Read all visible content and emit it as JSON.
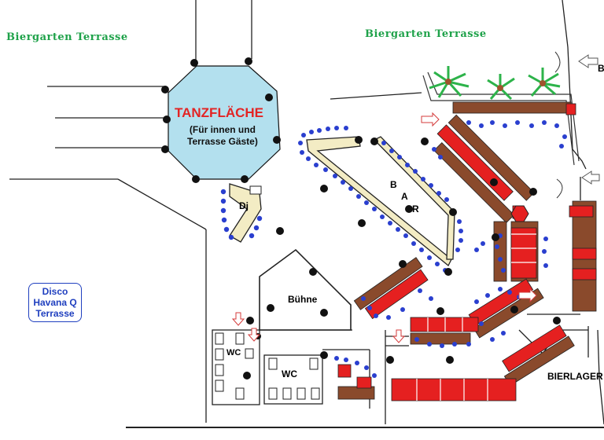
{
  "labels": {
    "garden_left": "Biergarten Terrasse",
    "garden_right": "Biergarten Terrasse",
    "dance_floor": "TANZFLÄCHE",
    "dance_floor_note_1": "(Für innen und",
    "dance_floor_note_2": "Terrasse Gäste)",
    "dj": "Dj",
    "bar_b": "B",
    "bar_a": "A",
    "bar_r": "R",
    "stage": "Bühne",
    "wc_left": "WC",
    "wc_right": "WC",
    "beer_storage": "BIERLAGER",
    "disco_1": "Disco",
    "disco_2": "Havana Q",
    "disco_3": "Terrasse",
    "edge_letter": "B"
  },
  "colors": {
    "dance_floor": "#b3e0ee",
    "table_red": "#e52020",
    "bench_brown": "#8a4a2c",
    "chair_blue": "#2a3fcf",
    "column_black": "#111111",
    "garden_text": "#1fa24a",
    "dance_title": "#e32424",
    "counter_fill": "#f3ecc4",
    "palm_green": "#2db34a",
    "disco_border": "#1f3fbf"
  }
}
